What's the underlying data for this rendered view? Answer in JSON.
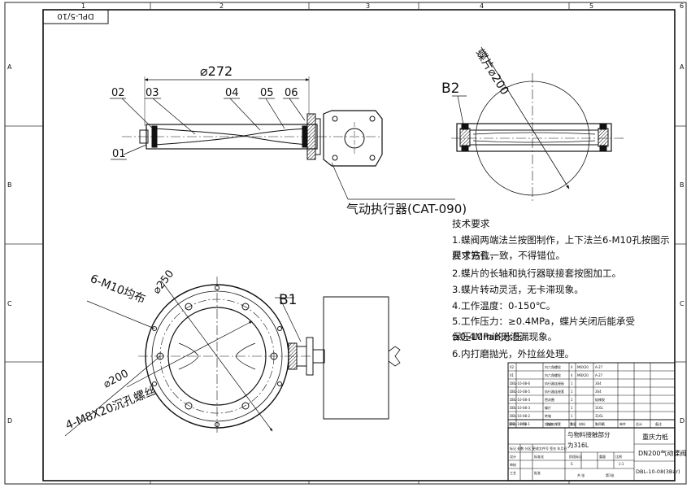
{
  "drawing_number_box": "DPL-5/10",
  "border": {
    "columns": [
      "1",
      "2",
      "3",
      "4",
      "5",
      "6"
    ],
    "rows": [
      "A",
      "B",
      "C",
      "D"
    ]
  },
  "front_view": {
    "dimension": "⌀272",
    "callouts": [
      "01",
      "02",
      "03",
      "04",
      "05",
      "06"
    ],
    "actuator": "气动执行器(CAT-090)"
  },
  "side_view": {
    "label": "B2",
    "dimension": "蝶片⌀200"
  },
  "plan_view": {
    "label": "B1",
    "bolt_holes": "6-M10均布",
    "outer_dim": "⌀250",
    "inner_dim": "⌀200",
    "thread": "4-M8X20沉孔螺丝"
  },
  "tech_requirements": {
    "title": "技术要求",
    "items": [
      "1.蝶阀两端法兰按图制作，上下法兰6-M10孔按图示尺寸钻孔，",
      "要求方位一致，不得错位。",
      "2.蝶片的长轴和执行器联接套按图加工。",
      "3.蝶片转动灵活，无卡滞现象。",
      "4.工作温度：0-150℃。",
      "5.工作压力：≥0.4MPa，蝶片关闭后能承受≥0.4MPa的水压",
      "保压10min无渗漏现象。",
      "6.内打磨抛光，外拉丝处理。"
    ]
  },
  "parts_list": [
    {
      "no": "02",
      "name": "内六角螺栓",
      "qty": "4",
      "spec": "M6X20",
      "mat": "A-27"
    },
    {
      "no": "01",
      "name": "内六角螺栓",
      "qty": "4",
      "spec": "M8X20",
      "mat": "A-27"
    },
    {
      "no": "DBL-10-08-6",
      "name": "执行器连接板",
      "qty": "1",
      "spec": "",
      "mat": "304"
    },
    {
      "no": "DBL-10-08-5",
      "name": "执行器连接套",
      "qty": "1",
      "spec": "",
      "mat": "304"
    },
    {
      "no": "DBL-10-08-4",
      "name": "密封圈",
      "qty": "1",
      "spec": "",
      "mat": "硅橡胶"
    },
    {
      "no": "DBL-10-08-3",
      "name": "蝶片",
      "qty": "1",
      "spec": "",
      "mat": "316L"
    },
    {
      "no": "DBL-10-08-2",
      "name": "转轴",
      "qty": "1",
      "spec": "",
      "mat": "316L"
    },
    {
      "no": "DBL-10-08-1",
      "name": "短轴支撑套",
      "qty": "1",
      "spec": "",
      "mat": "聚四氟"
    }
  ],
  "parts_header": [
    "序号",
    "代号",
    "名称",
    "数量",
    "材料",
    "单件",
    "总计",
    "备注"
  ],
  "title_block": {
    "material_note_1": "与物料接触部分",
    "material_note_2": "为316L",
    "company": "重庆力柢",
    "part_name": "DN200气动蝶阀",
    "drawing_no": "DBL-10-08(3Bar)",
    "sign_row": "标记 处数 分区 更改文件号 签名 年月日",
    "design": "设计",
    "standard": "标准化",
    "review": "审核",
    "craft": "工艺",
    "approve": "批准",
    "stage": "阶段标记",
    "weight": "重量",
    "scale": "比例",
    "scale_val": "1:1",
    "sheets": "共 张",
    "sheet": "第1张",
    "stage_val": "S"
  }
}
